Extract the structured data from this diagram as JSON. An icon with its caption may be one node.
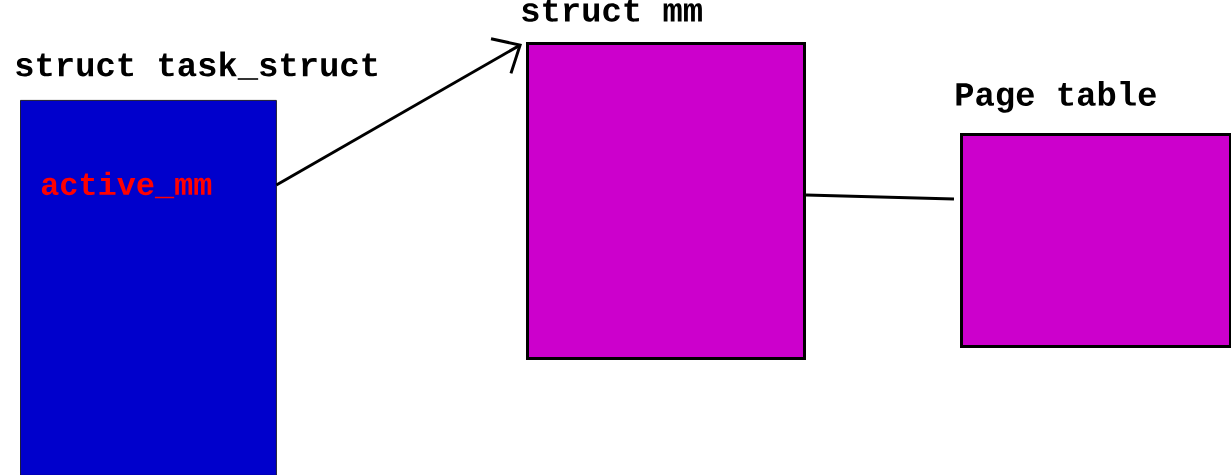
{
  "diagram": {
    "nodes": [
      {
        "text": [
          "struct task_struct"
        ]
      },
      {
        "text": [
          "active_mm"
        ],
        "in": 0
      },
      {
        "text": [
          "struct mm"
        ]
      },
      {
        "text": [
          "Page table"
        ]
      }
    ],
    "edges": [
      {
        "from": 1,
        "to": 2,
        "arrow": "to"
      },
      {
        "from": 2,
        "to": 3,
        "arrow": "none"
      }
    ]
  }
}
